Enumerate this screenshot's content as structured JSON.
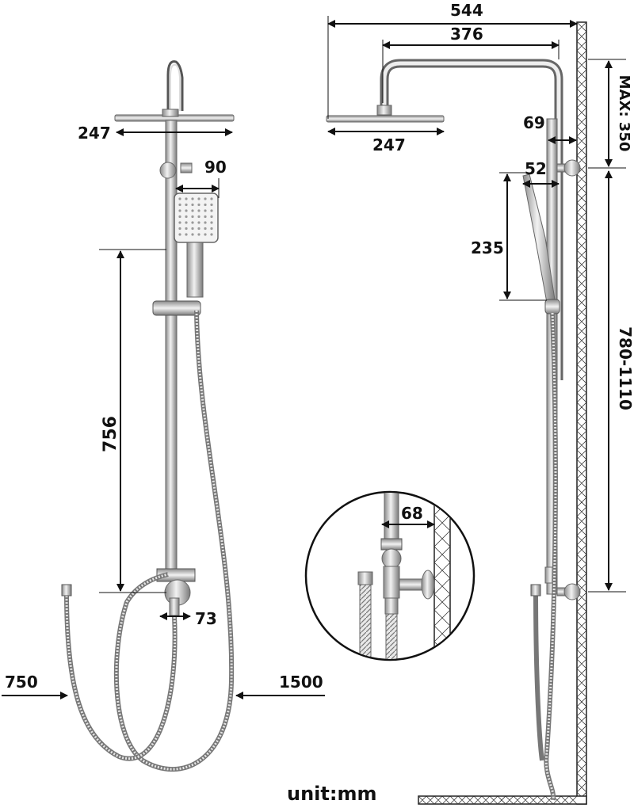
{
  "dimensions": {
    "overall_width": "544",
    "arm_length": "376",
    "head_width_front": "247",
    "head_width_side": "247",
    "wall_to_bar": "69",
    "bracket_offset": "52",
    "holder_width": "90",
    "max_adjust": "MAX: 350",
    "handset_length": "235",
    "bar_length": "756",
    "height_range": "780-1110",
    "detail_offset": "68",
    "diverter_width": "73",
    "short_hose": "750",
    "long_hose": "1500"
  },
  "unit_label": "unit:mm",
  "colors": {
    "chrome": "#c9c9c9",
    "chrome_dark": "#8a8a8a",
    "line": "#111111",
    "wall": "#222222"
  }
}
